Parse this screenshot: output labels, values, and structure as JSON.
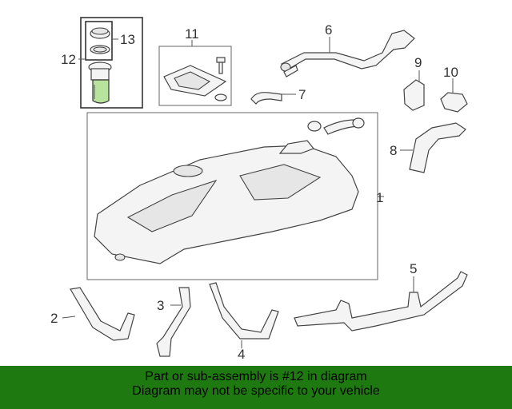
{
  "callouts": {
    "c1": "1",
    "c2": "2",
    "c3": "3",
    "c4": "4",
    "c5": "5",
    "c6": "6",
    "c7": "7",
    "c8": "8",
    "c9": "9",
    "c10": "10",
    "c11": "11",
    "c12": "12",
    "c13": "13"
  },
  "banner": {
    "line1": "Part or sub-assembly is #12 in diagram",
    "line2": "Diagram may not be specific to your vehicle"
  },
  "colors": {
    "highlight_part": "#b7e39c",
    "banner_bg": "#1e7a10",
    "line": "#444444"
  }
}
